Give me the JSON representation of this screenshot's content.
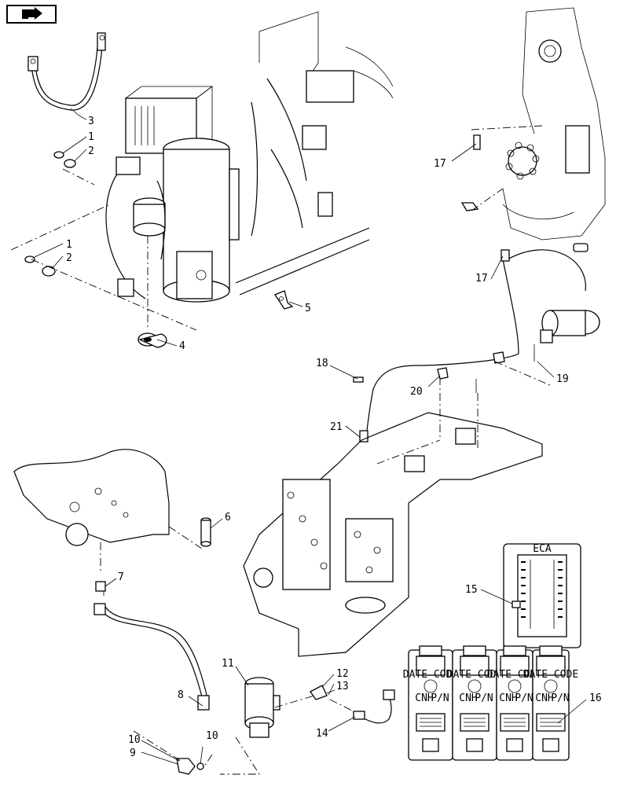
{
  "navigation": {
    "icon": "next-page-arrow-icon"
  },
  "callouts": [
    "1",
    "2",
    "3",
    "1",
    "2",
    "4",
    "5",
    "6",
    "7",
    "8",
    "9",
    "10",
    "10",
    "11",
    "12",
    "13",
    "14",
    "15",
    "16",
    "17",
    "17",
    "18",
    "19",
    "20",
    "21"
  ],
  "panel_labels": {
    "eca_title": "ECA",
    "module_date_code": "DATE CODE",
    "module_brand": "CNH",
    "module_part": "P/N"
  }
}
